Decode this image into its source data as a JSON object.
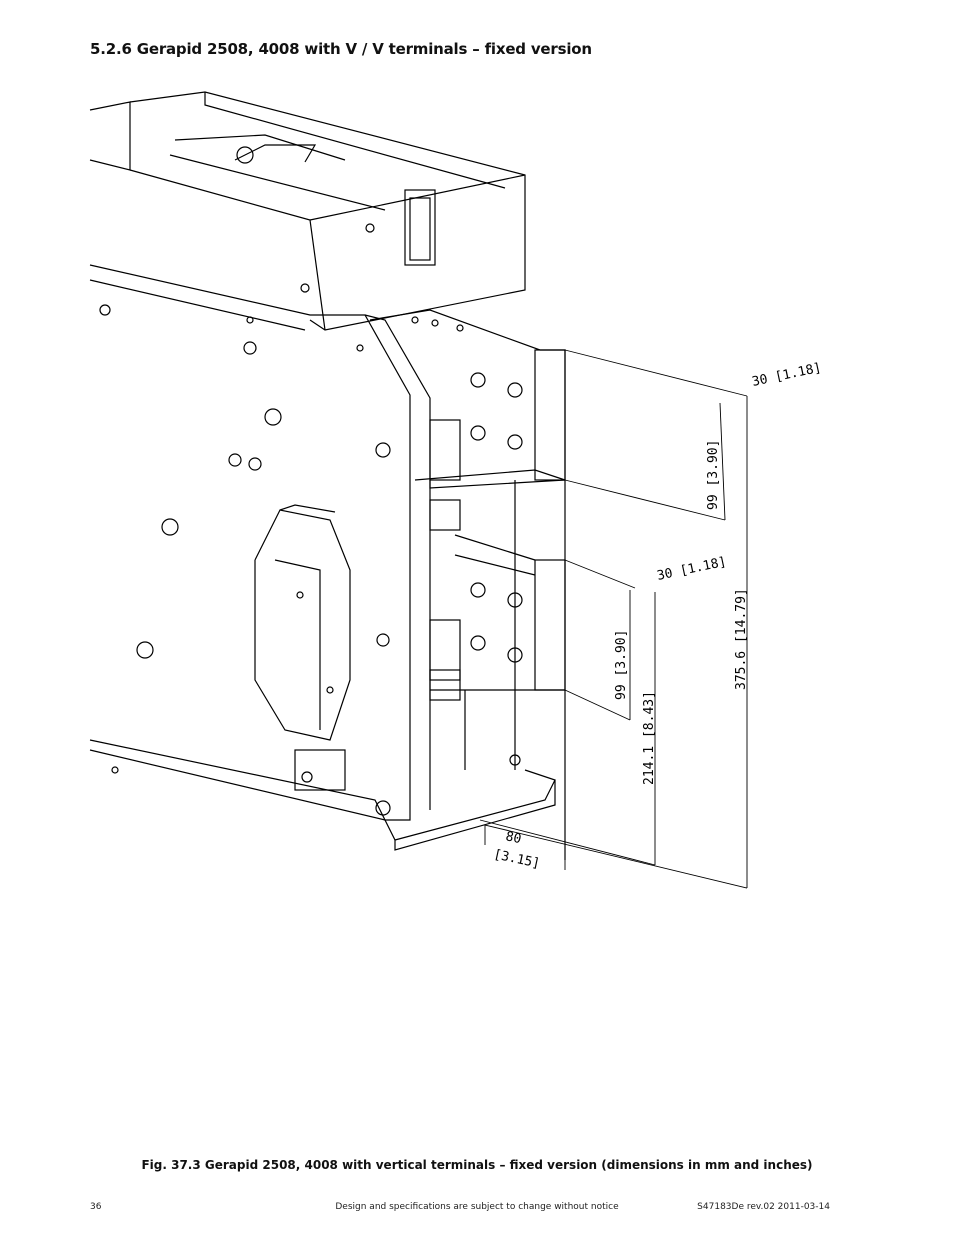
{
  "section": {
    "title": "5.2.6  Gerapid 2508, 4008 with V / V terminals – fixed version"
  },
  "figure": {
    "caption": "Fig. 37.3  Gerapid 2508, 4008 with vertical terminals – fixed version (dimensions in mm and inches)",
    "dimensions": {
      "top_terminal_width": "30  [1.18]",
      "top_terminal_height": "99  [3.90]",
      "mid_terminal_width": "30  [1.18]",
      "mid_terminal_height": "99  [3.90]",
      "total_height": "375.6  [14.79]",
      "lower_height": "214.1  [8.43]",
      "depth_mm": "80",
      "depth_in": "[3.15]"
    }
  },
  "footer": {
    "page_number": "36",
    "notice": "Design and specifications are subject to change without notice",
    "doc_id": "S47183De rev.02    2011-03-14"
  }
}
